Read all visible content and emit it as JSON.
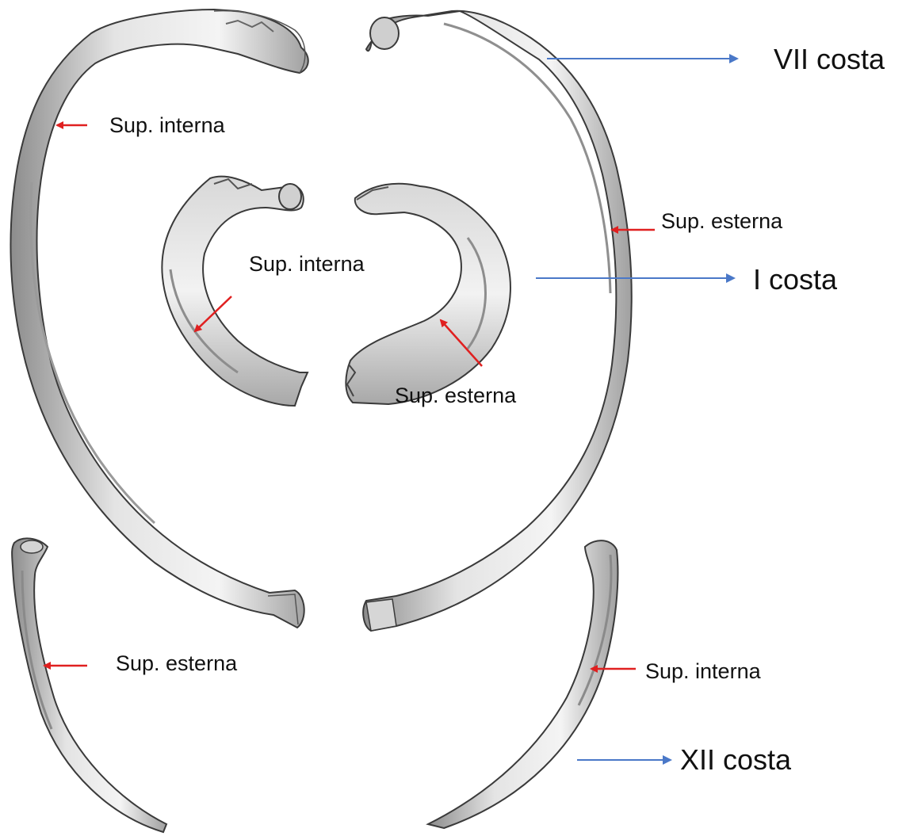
{
  "colors": {
    "bone_fill": "#ebebeb",
    "bone_shade": "#9e9e9e",
    "bone_outline": "#3a3a3a",
    "arrow_red": "#e02020",
    "arrow_blue": "#4a78c8",
    "background": "#ffffff"
  },
  "labels": {
    "vii_sup_interna": "Sup. interna",
    "vii_sup_esterna": "Sup. esterna",
    "vii_costa": "VII costa",
    "i_sup_interna": "Sup. interna",
    "i_sup_esterna": "Sup. esterna",
    "i_costa": "I costa",
    "xii_sup_esterna": "Sup. esterna",
    "xii_sup_interna": "Sup. interna",
    "xii_costa": "XII costa"
  }
}
